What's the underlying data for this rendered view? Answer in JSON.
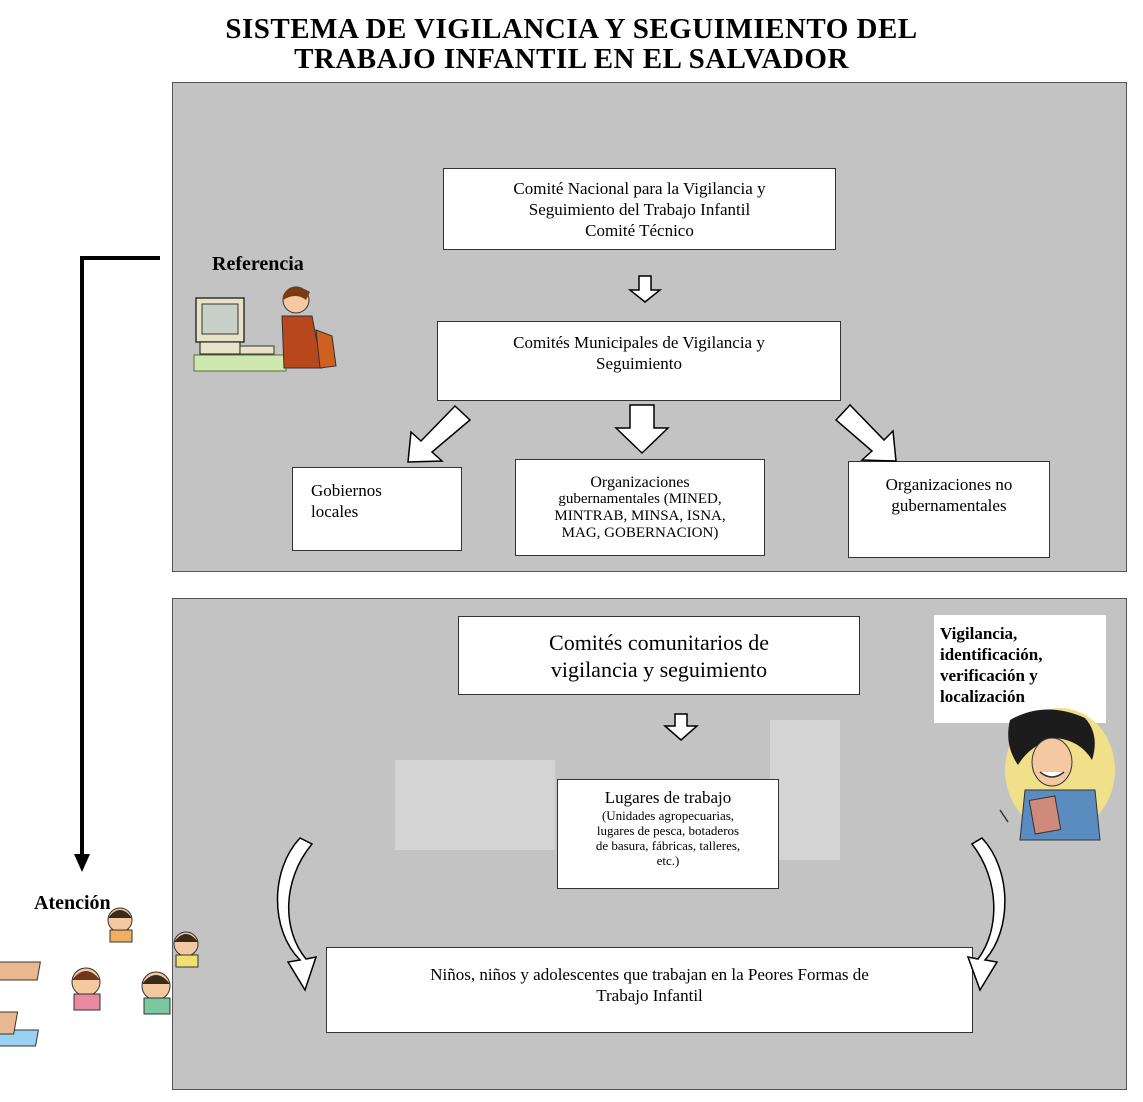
{
  "title": {
    "line1": "SISTEMA DE VIGILANCIA Y SEGUIMIENTO DEL",
    "line2": "TRABAJO INFANTIL EN EL SALVADOR"
  },
  "labels": {
    "referencia": "Referencia",
    "atencion": "Atención",
    "vigilancia": [
      "Vigilancia,",
      "identificación,",
      "verificación y",
      "localización"
    ]
  },
  "top_panel": {
    "comite_nacional": [
      "Comité Nacional para la Vigilancia y",
      "Seguimiento del Trabajo Infantil",
      "Comité Técnico"
    ],
    "comites_municipales": [
      "Comités Municipales de Vigilancia y",
      "Seguimiento"
    ],
    "gobiernos_locales": [
      "Gobiernos",
      "locales"
    ],
    "org_gubernamentales": [
      "Organizaciones",
      "gubernamentales (MINED,",
      "MINTRAB, MINSA, ISNA,",
      "MAG, GOBERNACION)"
    ],
    "org_no_gubernamentales": [
      "Organizaciones no",
      "gubernamentales"
    ]
  },
  "bottom_panel": {
    "comites_comunitarios": [
      "Comités comunitarios de",
      "vigilancia y seguimiento"
    ],
    "lugares_title": "Lugares de trabajo",
    "lugares_detail": [
      "(Unidades agropecuarias,",
      "lugares de pesca, botaderos",
      "de basura, fábricas, talleres,",
      "etc.)"
    ],
    "ninos": [
      "Niños, niños y adolescentes que trabajan en la Peores Formas de",
      "Trabajo Infantil"
    ]
  },
  "colors": {
    "panel": "#c3c3c3",
    "box_border": "#333333"
  }
}
